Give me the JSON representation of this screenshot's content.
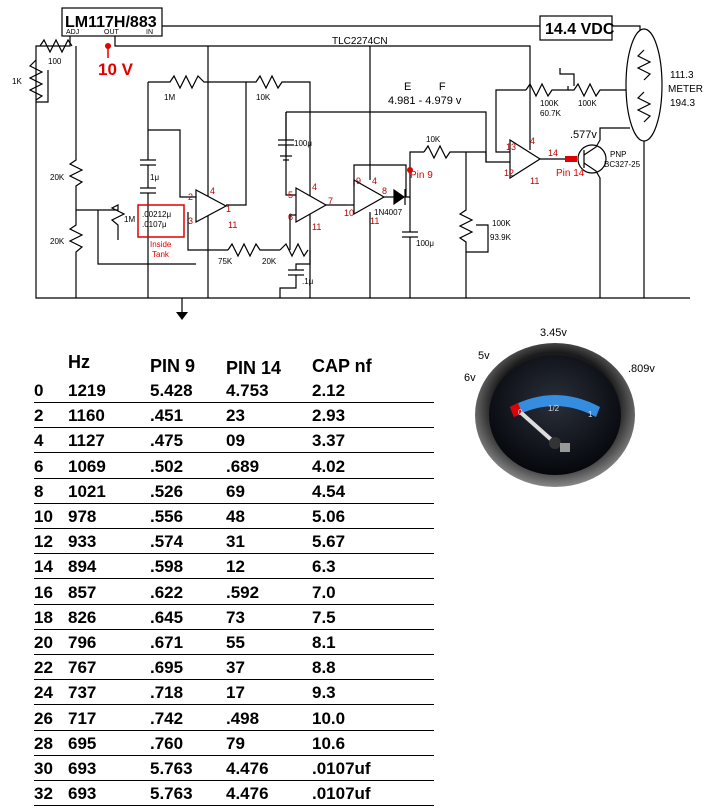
{
  "schematic": {
    "regulator": "LM117H/883",
    "reg_pins": [
      "ADJ",
      "OUT",
      "IN"
    ],
    "supply": "14.4 VDC",
    "opamp_chip": "TLC2274CN",
    "out_voltage": "10 V",
    "ef_labels": "E         F",
    "ef_values": "4.981 - 4.979 v",
    "meter_top": "111.3",
    "meter_label": "METER",
    "meter_bottom": "194.3",
    "transistor_label": "PNP",
    "transistor_part": "BC327-25",
    "transistor_voltage": ".577v",
    "pin9_label": "Pin 9",
    "pin14_label": "Pin 14",
    "tank_caps": ".00212μ\n.0107μ",
    "tank_label": "Inside\nTank",
    "diode": "1N4007",
    "resistors": {
      "r1k": "1K",
      "r100": "100",
      "r1m_top": "1M",
      "r10k_top": "10K",
      "r20k_a": "20K",
      "r20k_b": "20K",
      "r1m_mid": "1M",
      "r75k": "75K",
      "r20k_c": "20K",
      "r10k_mid": "10K",
      "r100k": "100K",
      "r93k": "93.9K",
      "r100k_pot": "100K",
      "r60k": "60.7K",
      "r100k_b": "100K"
    },
    "caps": {
      "c1u": "1μ",
      "c100u_a": "100μ",
      "c100u_b": "100μ",
      "c1u_b": ".1μ"
    },
    "pins": {
      "a2": "2",
      "a3": "3",
      "a4": "4",
      "a1": "1",
      "a11": "11",
      "b5": "5",
      "b6": "6",
      "b4": "4",
      "b7": "7",
      "b11": "11",
      "c9": "9",
      "c10": "10",
      "c4": "4",
      "c8": "8",
      "c11": "11",
      "d13": "13",
      "d12": "12",
      "d4": "4",
      "d14": "14",
      "d11": "11"
    }
  },
  "table": {
    "headers": [
      "Hz",
      "PIN 9",
      "PIN 14",
      "CAP nf"
    ],
    "rows": [
      [
        "0",
        "1219",
        "5.428",
        "4.753",
        "2.12"
      ],
      [
        "2",
        "1160",
        ".451",
        "23",
        "2.93"
      ],
      [
        "4",
        "1127",
        ".475",
        "09",
        "3.37"
      ],
      [
        "6",
        "1069",
        ".502",
        ".689",
        "4.02"
      ],
      [
        "8",
        "1021",
        ".526",
        "69",
        "4.54"
      ],
      [
        "10",
        "978",
        ".556",
        "48",
        "5.06"
      ],
      [
        "12",
        "933",
        ".574",
        "31",
        "5.67"
      ],
      [
        "14",
        "894",
        ".598",
        "12",
        "6.3"
      ],
      [
        "16",
        "857",
        ".622",
        ".592",
        "7.0"
      ],
      [
        "18",
        "826",
        ".645",
        "73",
        "7.5"
      ],
      [
        "20",
        "796",
        ".671",
        "55",
        "8.1"
      ],
      [
        "22",
        "767",
        ".695",
        "37",
        "8.8"
      ],
      [
        "24",
        "737",
        ".718",
        "17",
        "9.3"
      ],
      [
        "26",
        "717",
        ".742",
        ".498",
        "10.0"
      ],
      [
        "28",
        "695",
        ".760",
        "79",
        "10.6"
      ],
      [
        "30",
        "693",
        "5.763",
        "4.476",
        ".0107uf"
      ],
      [
        "32",
        "693",
        "5.763",
        "4.476",
        ".0107uf"
      ]
    ]
  },
  "gauge": {
    "top_voltage": "3.45v",
    "left_upper_voltage": "5v",
    "left_lower_voltage": "6v",
    "right_voltage": ".809v",
    "scale_empty": "0",
    "scale_half": "1/2",
    "scale_full": "1",
    "needle_fraction": 0.02
  },
  "colors": {
    "accent_red": "#e00000",
    "gauge_blue": "#3aa0ff"
  }
}
